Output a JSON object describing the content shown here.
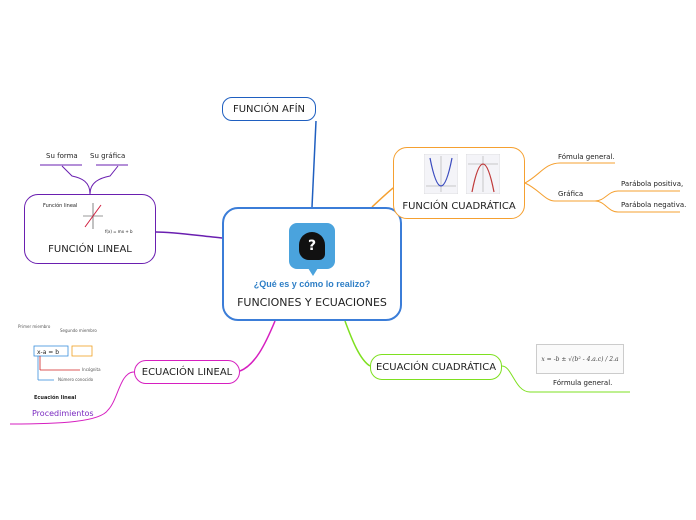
{
  "central": {
    "question": "¿Qué es y cómo lo realizo?",
    "title": "FUNCIONES Y ECUACIONES",
    "icon": "head-question-icon"
  },
  "nodes": {
    "afin": "FUNCIÓN AFÍN",
    "cuadratica": "FUNCIÓN CUADRÁTICA",
    "lineal": "FUNCIÓN LINEAL",
    "ecuacion_cuadratica": "ECUACIÓN CUADRÁTICA",
    "ecuacion_lineal": "ECUACIÓN LINEAL"
  },
  "cuadratica_children": {
    "formula": "Fómula general.",
    "grafica": "Gráfica",
    "grafica_items": [
      "Parábola positiva,",
      "Parábola negativa."
    ]
  },
  "lineal_children": {
    "su_forma": "Su forma",
    "su_grafica": "Su gráfica"
  },
  "lineal_image": {
    "label": "Función lineal",
    "formula": "f(x) = mx + b"
  },
  "ecuacion_cuadratica_children": {
    "formula_caption": "Fórmula general.",
    "formula": "x = -b ± √(b² - 4.a.c) / 2.a"
  },
  "ecuacion_lineal_children": {
    "procedimientos": "Procedimientos",
    "image_title": "Ecuación lineal",
    "image_labels": {
      "primer": "Primer miembro",
      "segundo": "Segundo miembro",
      "incognita": "Incógnita",
      "numerico": "Número conocido"
    }
  },
  "colors": {
    "central": "#3b7dd8",
    "afin": "#1f5fc0",
    "cuadratica": "#f5a030",
    "lineal": "#6a1fb0",
    "ecuacion_cuadratica": "#7ee020",
    "ecuacion_lineal": "#d61fc0"
  }
}
